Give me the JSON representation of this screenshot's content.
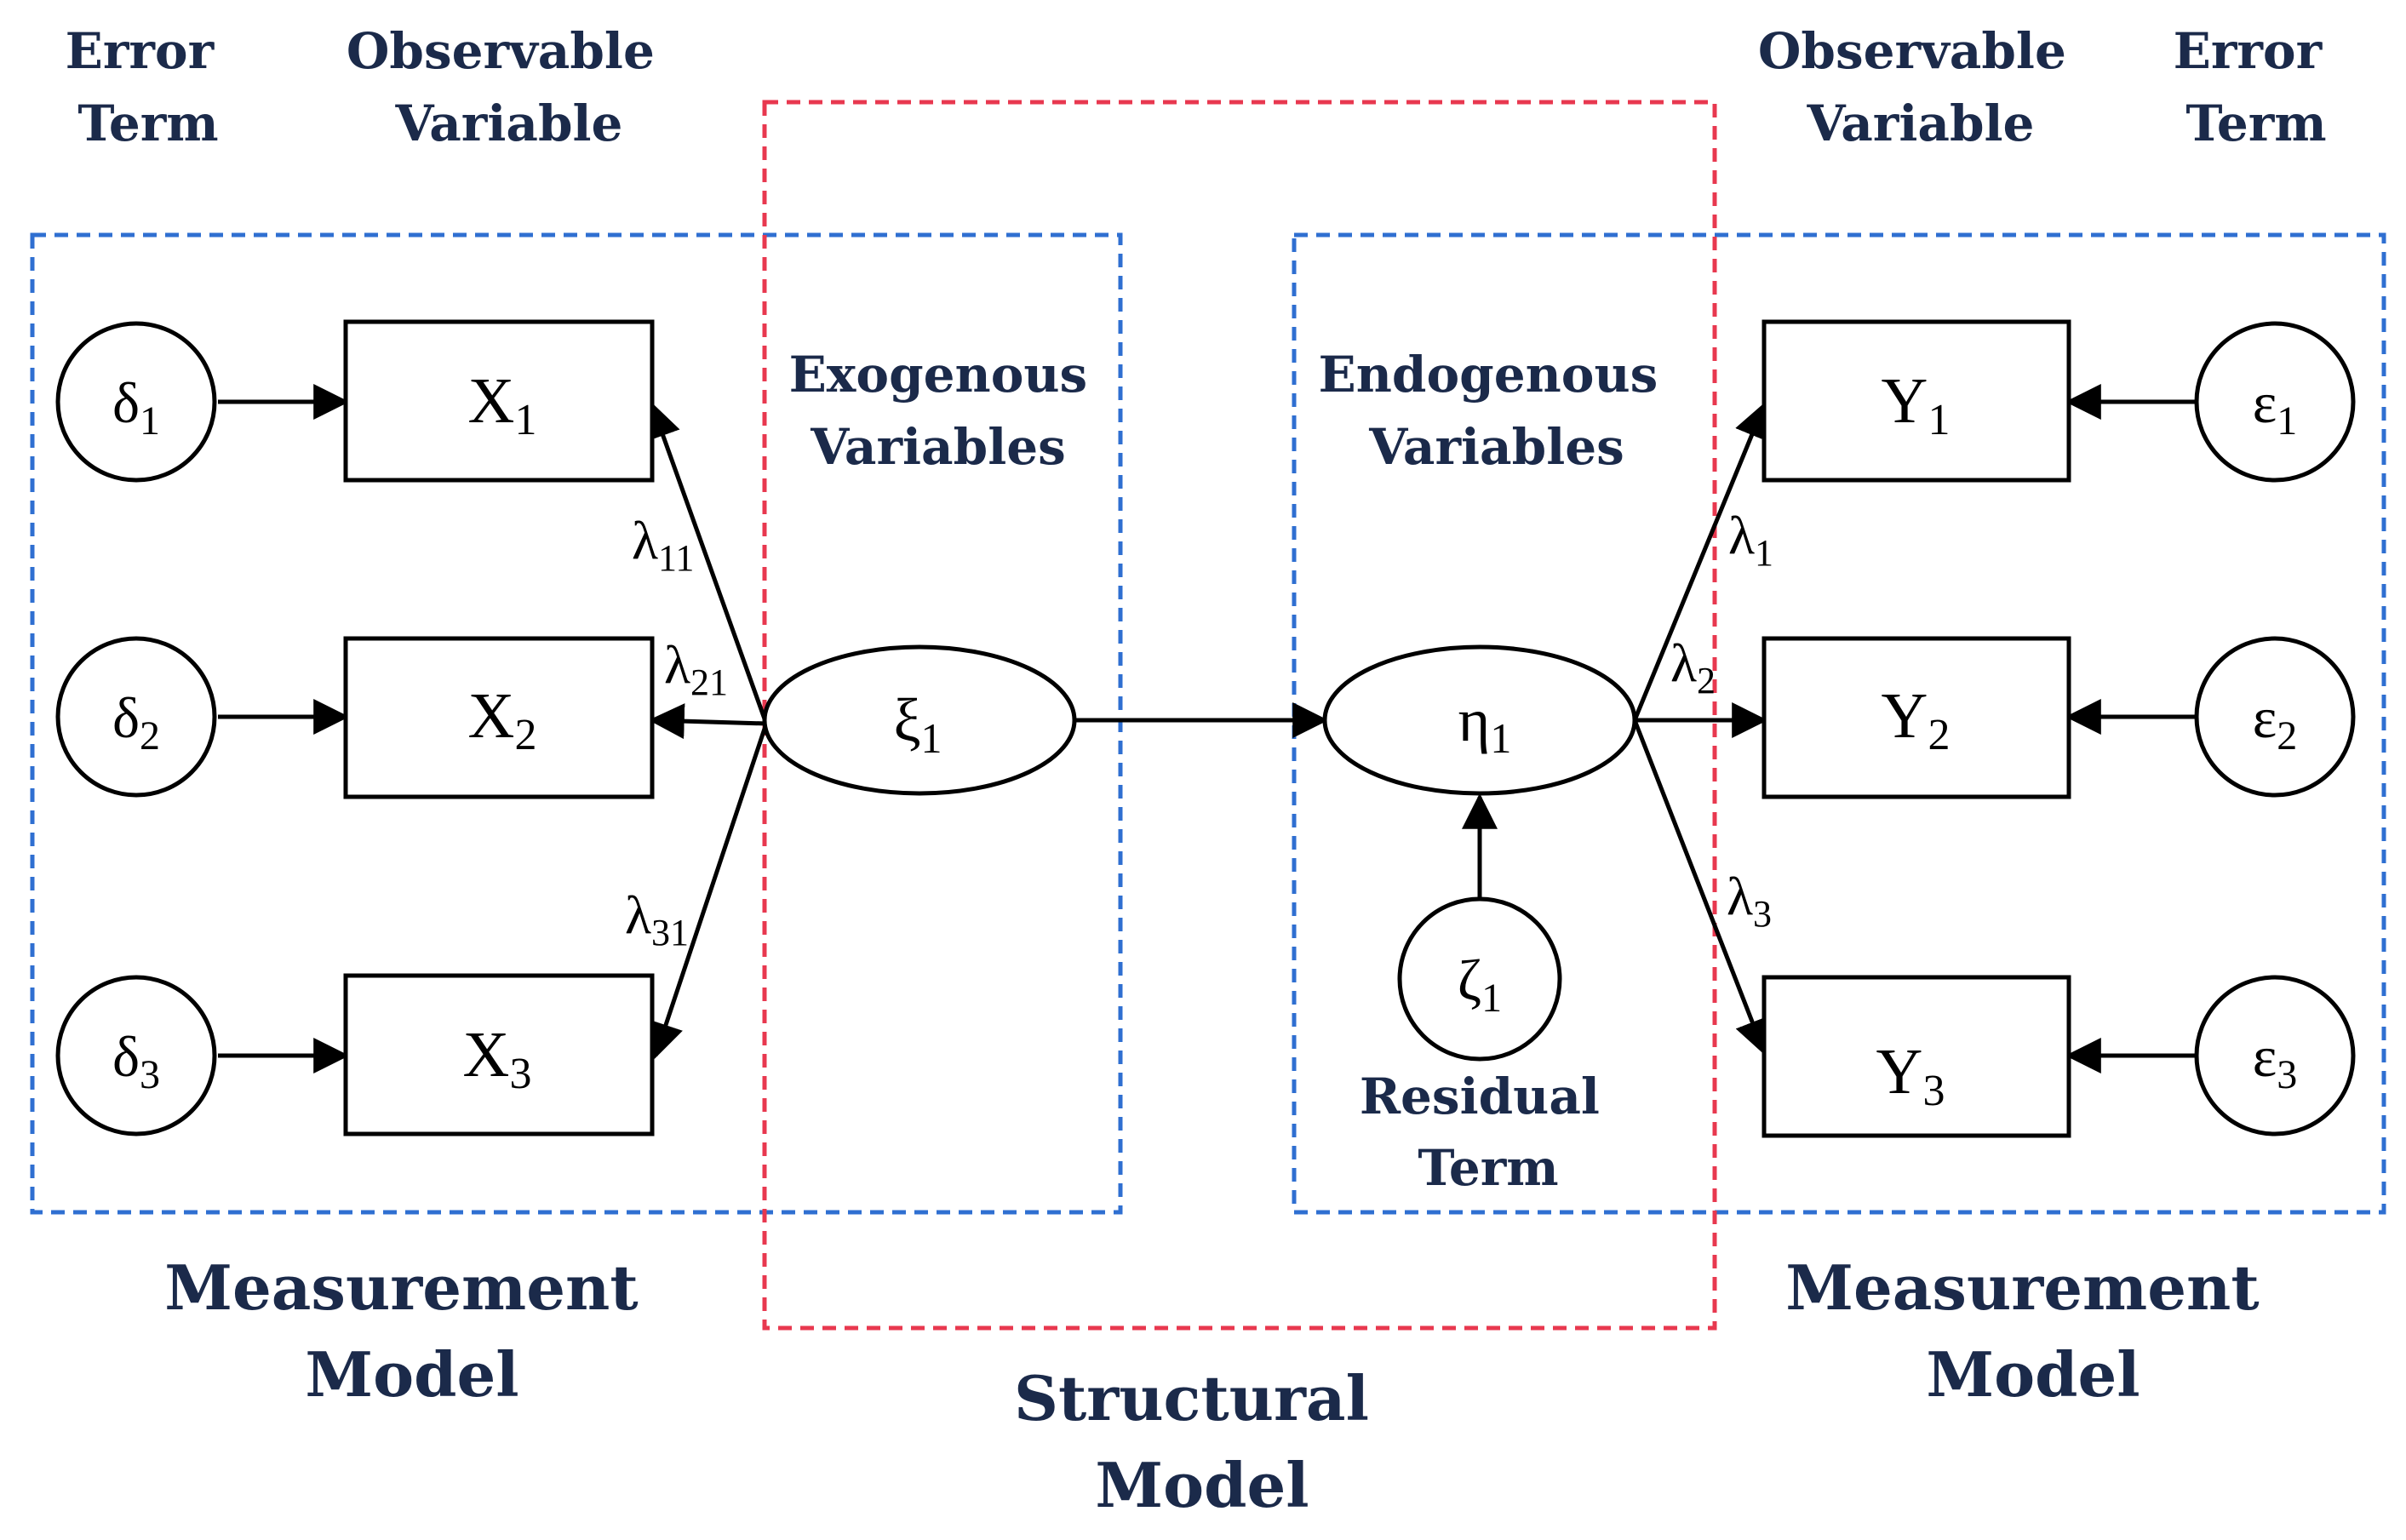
{
  "colors": {
    "measurement_border": "#2f6fd1",
    "structural_border": "#e8384f",
    "heading_text": "#1b2a4a",
    "lines": "#000000"
  },
  "headers": {
    "left_error": [
      "Error",
      "Term"
    ],
    "left_observable": [
      "Observable",
      "Variable"
    ],
    "right_observable": [
      "Observable",
      "Variable"
    ],
    "right_error": [
      "Error",
      "Term"
    ]
  },
  "latent_labels": {
    "exogenous": [
      "Exogenous",
      "Variables"
    ],
    "endogenous": [
      "Endogenous",
      "Variables"
    ]
  },
  "residual_label": [
    "Residual",
    "Term"
  ],
  "bottom_labels": {
    "left_measurement": [
      "Measurement",
      "Model"
    ],
    "structural": [
      "Structural",
      "Model"
    ],
    "right_measurement": [
      "Measurement",
      "Model"
    ]
  },
  "nodes": {
    "delta": [
      {
        "base": "δ",
        "sub": "1"
      },
      {
        "base": "δ",
        "sub": "2"
      },
      {
        "base": "δ",
        "sub": "3"
      }
    ],
    "x_vars": [
      {
        "base": "X",
        "sub": "1"
      },
      {
        "base": "X",
        "sub": "2"
      },
      {
        "base": "X",
        "sub": "3"
      }
    ],
    "xi": {
      "base": "ξ",
      "sub": "1"
    },
    "eta": {
      "base": "η",
      "sub": "1"
    },
    "zeta": {
      "base": "ζ",
      "sub": "1"
    },
    "y_vars": [
      {
        "base": "Y",
        "sub": "1"
      },
      {
        "base": "Y",
        "sub": "2"
      },
      {
        "base": "Y",
        "sub": "3"
      }
    ],
    "epsilon": [
      {
        "base": "ε",
        "sub": "1"
      },
      {
        "base": "ε",
        "sub": "2"
      },
      {
        "base": "ε",
        "sub": "3"
      }
    ]
  },
  "loadings": {
    "left": [
      {
        "base": "λ",
        "sub": "11"
      },
      {
        "base": "λ",
        "sub": "21"
      },
      {
        "base": "λ",
        "sub": "31"
      }
    ],
    "right": [
      {
        "base": "λ",
        "sub": "1"
      },
      {
        "base": "λ",
        "sub": "2"
      },
      {
        "base": "λ",
        "sub": "3"
      }
    ]
  }
}
